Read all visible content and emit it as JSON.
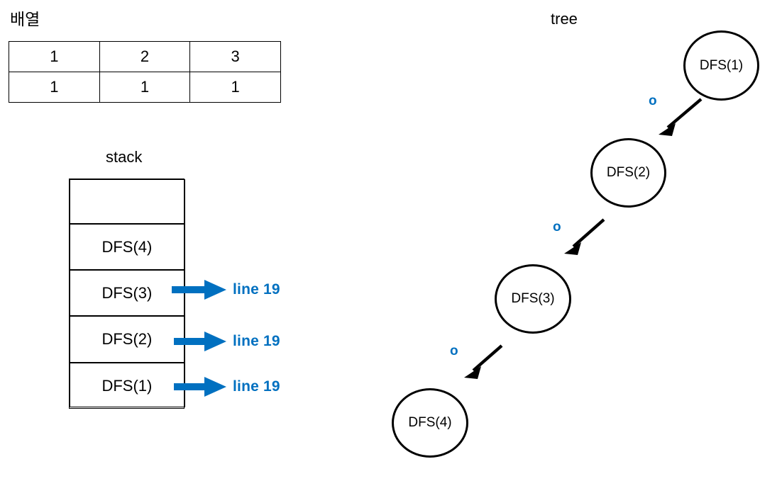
{
  "sections": {
    "array": {
      "caption": "배열",
      "rows": [
        [
          "1",
          "2",
          "3"
        ],
        [
          "1",
          "1",
          "1"
        ]
      ]
    },
    "stack": {
      "caption": "stack",
      "cells": [
        {
          "label": "",
          "callout": null
        },
        {
          "label": "DFS(4)",
          "callout": null
        },
        {
          "label": "DFS(3)",
          "callout": "line 19"
        },
        {
          "label": "DFS(2)",
          "callout": "line 19"
        },
        {
          "label": "DFS(1)",
          "callout": "line 19"
        }
      ]
    },
    "tree": {
      "caption": "tree",
      "nodes": [
        {
          "label": "DFS(1)"
        },
        {
          "label": "DFS(2)"
        },
        {
          "label": "DFS(3)"
        },
        {
          "label": "DFS(4)"
        }
      ],
      "edge_markers": [
        "o",
        "o",
        "o"
      ]
    }
  },
  "colors": {
    "accent_blue": "#0070C0",
    "outline_black": "#000000",
    "background": "#FFFFFF"
  }
}
